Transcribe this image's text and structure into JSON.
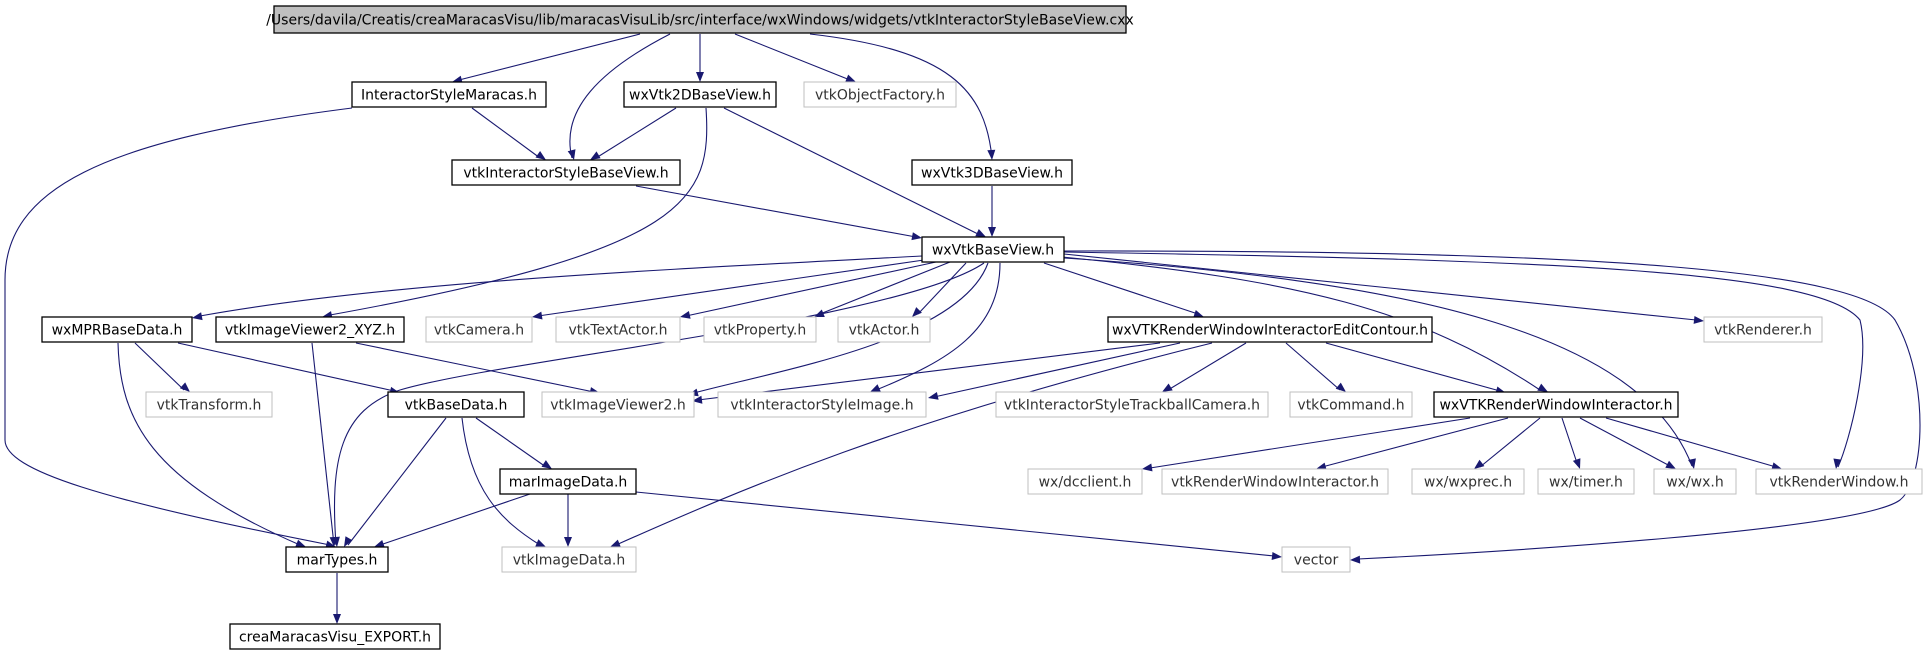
{
  "graph": {
    "title": "/Users/davila/Creatis/creaMaracasVisu/lib/maracasVisuLib/src/interface/wxWindows/widgets/vtkInteractorStyleBaseView.cxx",
    "colors": {
      "root_fill": "#bfbfbf",
      "local_border": "#000000",
      "external_border": "#bfbfbf",
      "edge": "#191970"
    },
    "nodes": {
      "root": "/Users/davila/Creatis/creaMaracasVisu/lib/maracasVisuLib/src/interface/wxWindows/widgets/vtkInteractorStyleBaseView.cxx",
      "interactorStyleMaracas": "InteractorStyleMaracas.h",
      "wxVtk2DBaseView": "wxVtk2DBaseView.h",
      "vtkObjectFactory": "vtkObjectFactory.h",
      "vtkInteractorStyleBaseView": "vtkInteractorStyleBaseView.h",
      "wxVtk3DBaseView": "wxVtk3DBaseView.h",
      "wxVtkBaseView": "wxVtkBaseView.h",
      "wxMPRBaseData": "wxMPRBaseData.h",
      "vtkImageViewer2_XYZ": "vtkImageViewer2_XYZ.h",
      "vtkCamera": "vtkCamera.h",
      "vtkTextActor": "vtkTextActor.h",
      "vtkProperty": "vtkProperty.h",
      "vtkActor": "vtkActor.h",
      "wxVTKRenderWindowInteractorEditContour": "wxVTKRenderWindowInteractorEditContour.h",
      "vtkRenderer": "vtkRenderer.h",
      "vtkTransform": "vtkTransform.h",
      "vtkBaseData": "vtkBaseData.h",
      "vtkImageViewer2": "vtkImageViewer2.h",
      "vtkInteractorStyleImage": "vtkInteractorStyleImage.h",
      "vtkInteractorStyleTrackballCamera": "vtkInteractorStyleTrackballCamera.h",
      "vtkCommand": "vtkCommand.h",
      "wxVTKRenderWindowInteractor": "wxVTKRenderWindowInteractor.h",
      "marImageData": "marImageData.h",
      "wxDcclient": "wx/dcclient.h",
      "vtkRenderWindowInteractor": "vtkRenderWindowInteractor.h",
      "wxWxprec": "wx/wxprec.h",
      "wxTimer": "wx/timer.h",
      "wxWx": "wx/wx.h",
      "vtkRenderWindow": "vtkRenderWindow.h",
      "marTypes": "marTypes.h",
      "vtkImageData": "vtkImageData.h",
      "vector": "vector",
      "creaMaracasVisuExport": "creaMaracasVisu_EXPORT.h"
    }
  }
}
